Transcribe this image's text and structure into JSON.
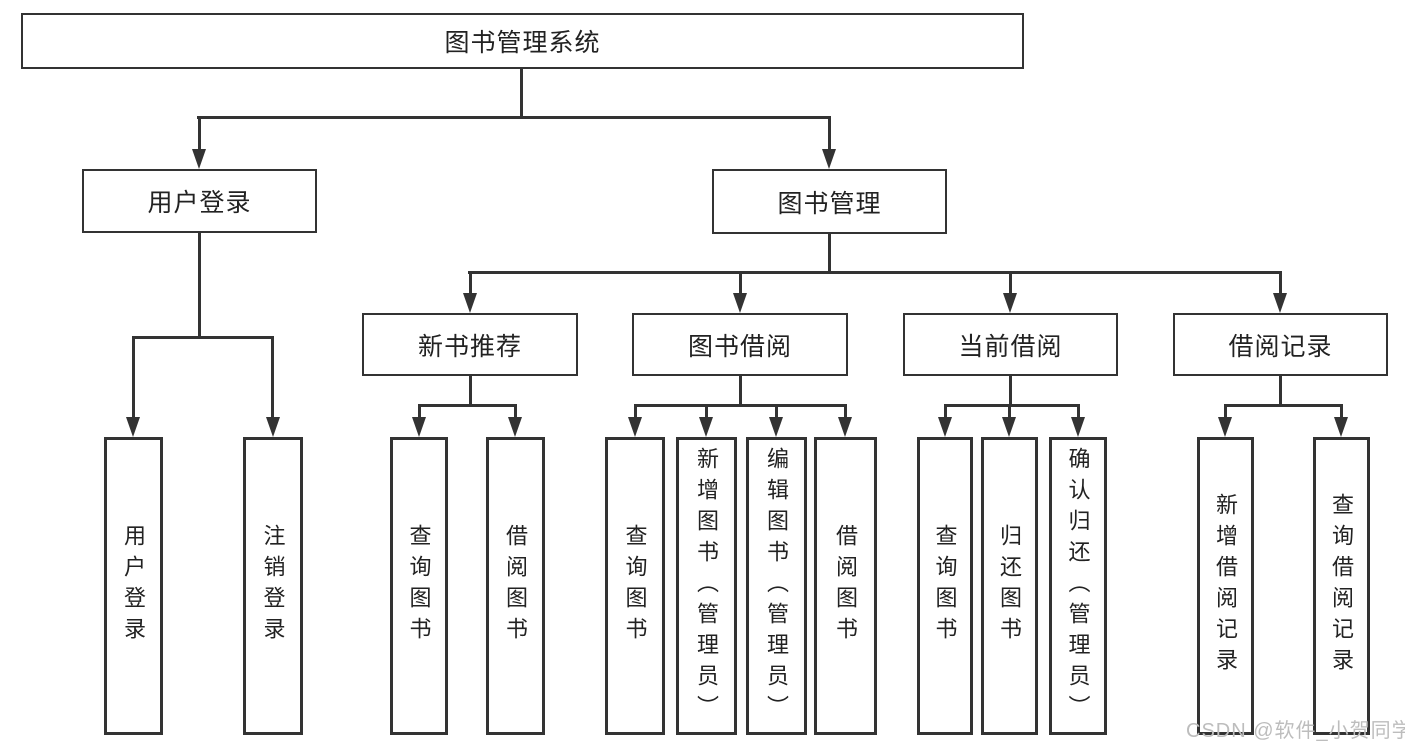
{
  "diagram": {
    "root": {
      "label": "图书管理系统"
    },
    "branches": [
      {
        "label": "用户登录",
        "children": [
          "用户登录",
          "注销登录"
        ]
      },
      {
        "label": "图书管理",
        "groups": [
          {
            "label": "新书推荐",
            "children": [
              "查询图书",
              "借阅图书"
            ]
          },
          {
            "label": "图书借阅",
            "children": [
              "查询图书",
              "新增图书（管理员）",
              "编辑图书（管理员）",
              "借阅图书"
            ]
          },
          {
            "label": "当前借阅",
            "children": [
              "查询图书",
              "归还图书",
              "确认归还（管理员）"
            ]
          },
          {
            "label": "借阅记录",
            "children": [
              "新增借阅记录",
              "查询借阅记录"
            ]
          }
        ]
      }
    ]
  },
  "watermark": {
    "text": "CSDN @软件_小贺同学"
  },
  "colors": {
    "line": "#333333",
    "box_border": "#333333",
    "text": "#222222",
    "watermark": "#bdbdbd",
    "background": "#ffffff"
  }
}
